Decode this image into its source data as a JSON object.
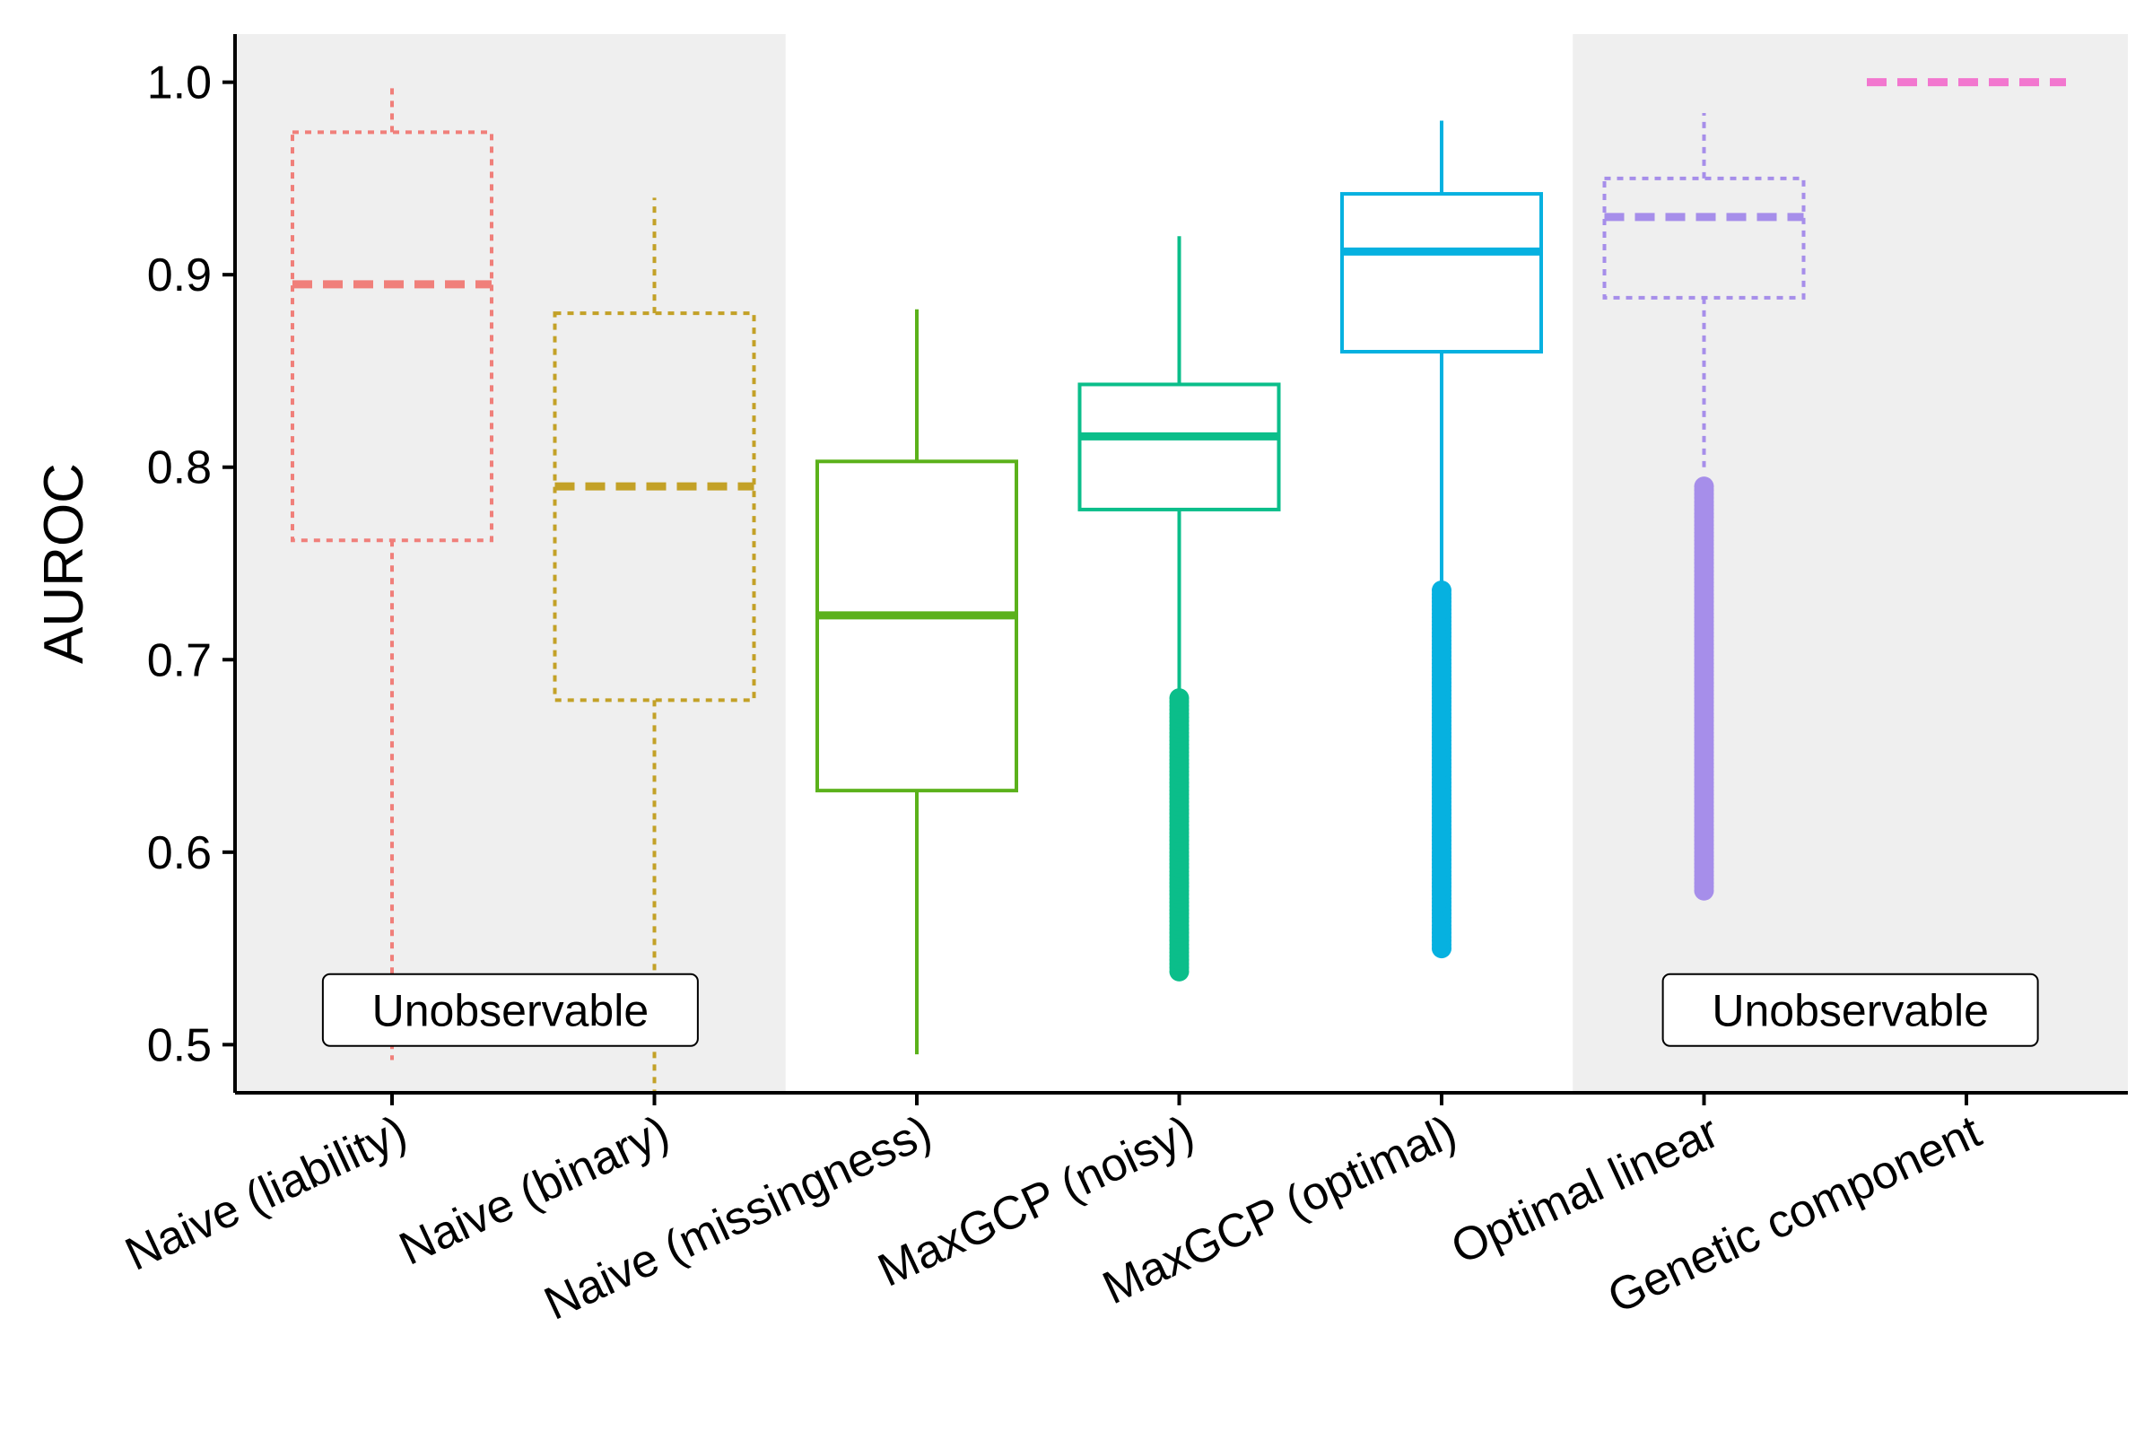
{
  "chart_data": {
    "type": "boxplot",
    "title": "",
    "xlabel": "",
    "ylabel": "AUROC",
    "ylim": [
      0.475,
      1.025
    ],
    "yticks": [
      "0.5",
      "0.6",
      "0.7",
      "0.8",
      "0.9",
      "1.0"
    ],
    "grid": false,
    "legend": "none",
    "shaded_groups": [
      {
        "label": "Unobservable",
        "from": "Naive (liability)",
        "to": "Naive (binary)"
      },
      {
        "label": "Unobservable",
        "from": "Optimal linear",
        "to": "Genetic component"
      }
    ],
    "categories": [
      "Naive (liability)",
      "Naive (binary)",
      "Naive (missingness)",
      "MaxGCP (noisy)",
      "MaxGCP (optimal)",
      "Optimal linear",
      "Genetic component"
    ],
    "boxes": [
      {
        "category": "Naive (liability)",
        "color": "#F07F7A",
        "style": "dotted",
        "whisker_low": 0.492,
        "q1": 0.762,
        "median": 0.895,
        "q3": 0.974,
        "whisker_high": 1.0,
        "outliers": []
      },
      {
        "category": "Naive (binary)",
        "color": "#C3A127",
        "style": "dotted",
        "whisker_low": 0.475,
        "q1": 0.679,
        "median": 0.79,
        "q3": 0.88,
        "whisker_high": 0.94,
        "outliers": []
      },
      {
        "category": "Naive (missingness)",
        "color": "#5BB11B",
        "style": "solid",
        "whisker_low": 0.495,
        "q1": 0.632,
        "median": 0.723,
        "q3": 0.803,
        "whisker_high": 0.882,
        "outliers": []
      },
      {
        "category": "MaxGCP (noisy)",
        "color": "#0BBE8A",
        "style": "solid",
        "whisker_low": 0.684,
        "q1": 0.778,
        "median": 0.816,
        "q3": 0.843,
        "whisker_high": 0.92,
        "outlier_range": [
          0.538,
          0.68
        ]
      },
      {
        "category": "MaxGCP (optimal)",
        "color": "#06B1E0",
        "style": "solid",
        "whisker_low": 0.74,
        "q1": 0.86,
        "median": 0.912,
        "q3": 0.942,
        "whisker_high": 0.98,
        "outlier_range": [
          0.55,
          0.736
        ]
      },
      {
        "category": "Optimal linear",
        "color": "#A68EEA",
        "style": "dotted",
        "whisker_low": 0.8,
        "q1": 0.888,
        "median": 0.93,
        "q3": 0.95,
        "whisker_high": 0.984,
        "outlier_range": [
          0.58,
          0.79
        ]
      },
      {
        "category": "Genetic component",
        "color": "#F277CF",
        "style": "dotted",
        "whisker_low": 1.0,
        "q1": 1.0,
        "median": 1.0,
        "q3": 1.0,
        "whisker_high": 1.0,
        "outliers": []
      }
    ]
  }
}
